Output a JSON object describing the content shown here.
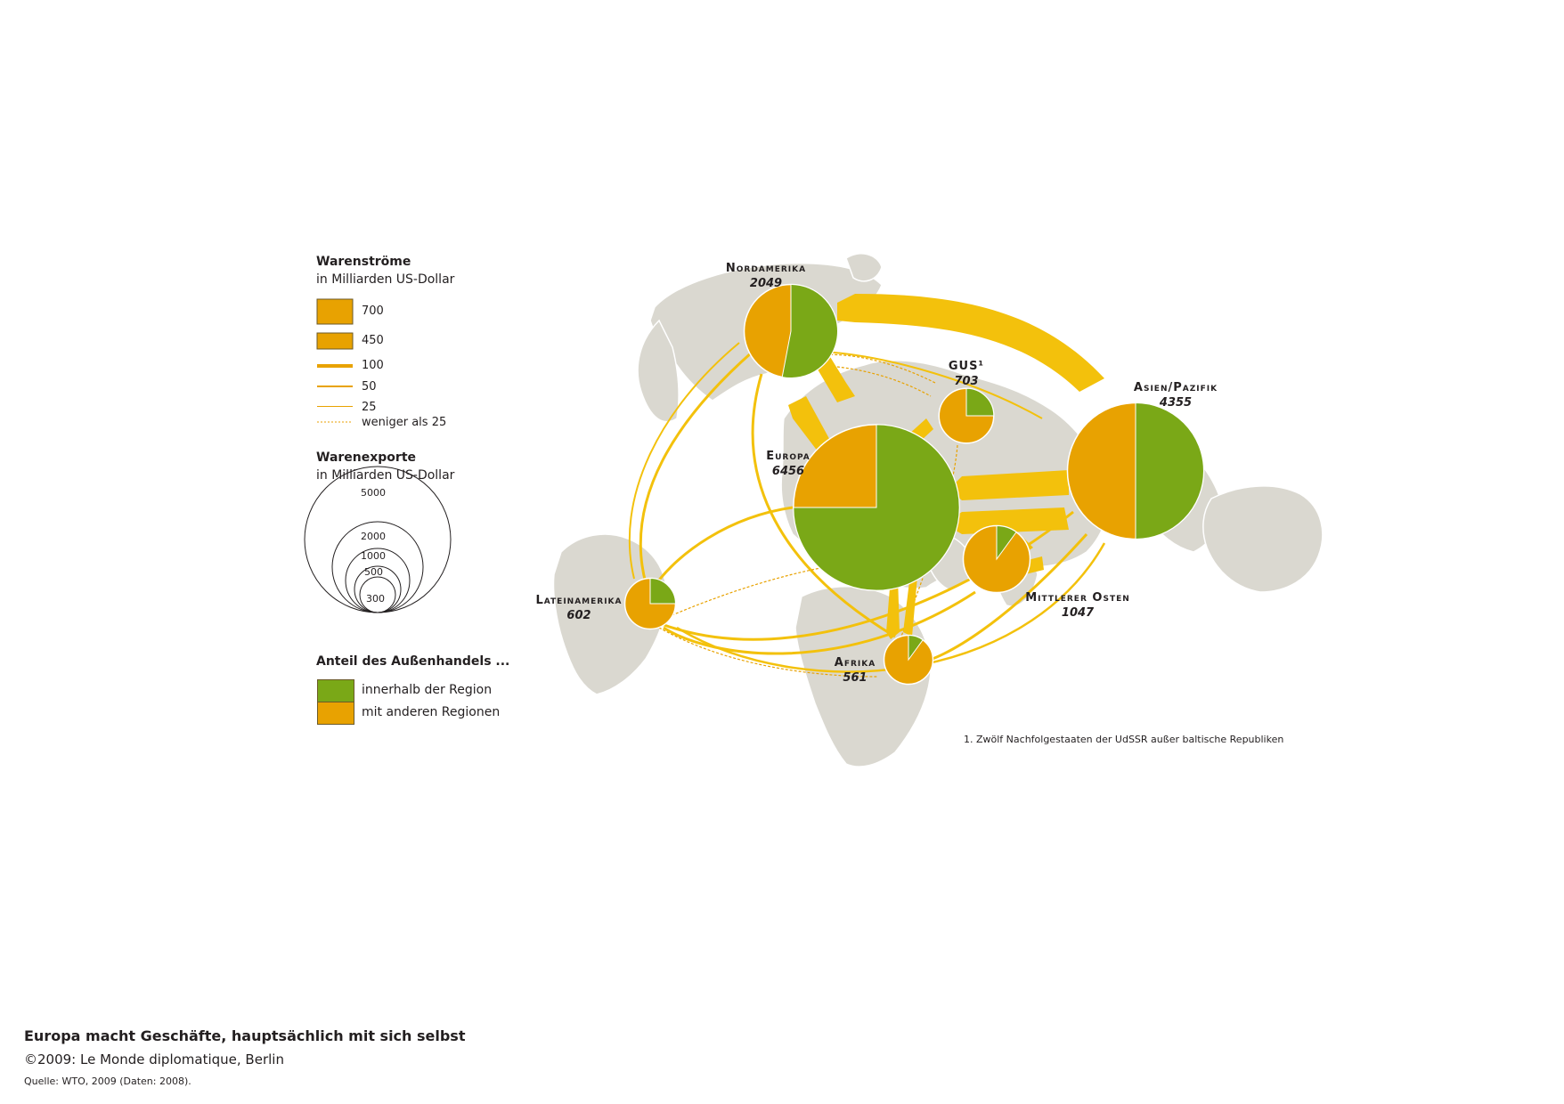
{
  "legend": {
    "flows_title": "Warenströme",
    "flows_unit": "in Milliarden US-Dollar",
    "flow_widths": [
      "700",
      "450",
      "100",
      "50",
      "25",
      "weniger als 25"
    ],
    "exports_title": "Warenexporte",
    "exports_unit": "in Milliarden US-Dollar",
    "circle_sizes": [
      "5000",
      "2000",
      "1000",
      "500",
      "300"
    ],
    "share_title": "Anteil des Außenhandels ...",
    "share_within": "innerhalb der Region",
    "share_other": "mit anderen Regionen"
  },
  "colors": {
    "within": "#7aa817",
    "other": "#e8a201",
    "flow": "#f3c10c",
    "land": "#dad8d0"
  },
  "regions": {
    "nordamerika": {
      "name": "Nordamerika",
      "value": "2049",
      "within_pct": 53
    },
    "europa": {
      "name": "Europa",
      "value": "6456",
      "within_pct": 75
    },
    "gus": {
      "name": "GUS¹",
      "value": "703",
      "within_pct": 25
    },
    "asien": {
      "name": "Asien/Pazifik",
      "value": "4355",
      "within_pct": 50
    },
    "mittlerer_osten": {
      "name": "Mittlerer Osten",
      "value": "1047",
      "within_pct": 10
    },
    "lateinamerika": {
      "name": "Lateinamerika",
      "value": "602",
      "within_pct": 25
    },
    "afrika": {
      "name": "Afrika",
      "value": "561",
      "within_pct": 10
    }
  },
  "footnote": "1. Zwölf Nachfolgestaaten der UdSSR außer baltische Republiken",
  "title": "Europa macht Geschäfte, hauptsächlich mit sich selbst",
  "credit": "©2009: Le Monde diplomatique, Berlin",
  "source": "Quelle: WTO, 2009 (Daten: 2008)."
}
